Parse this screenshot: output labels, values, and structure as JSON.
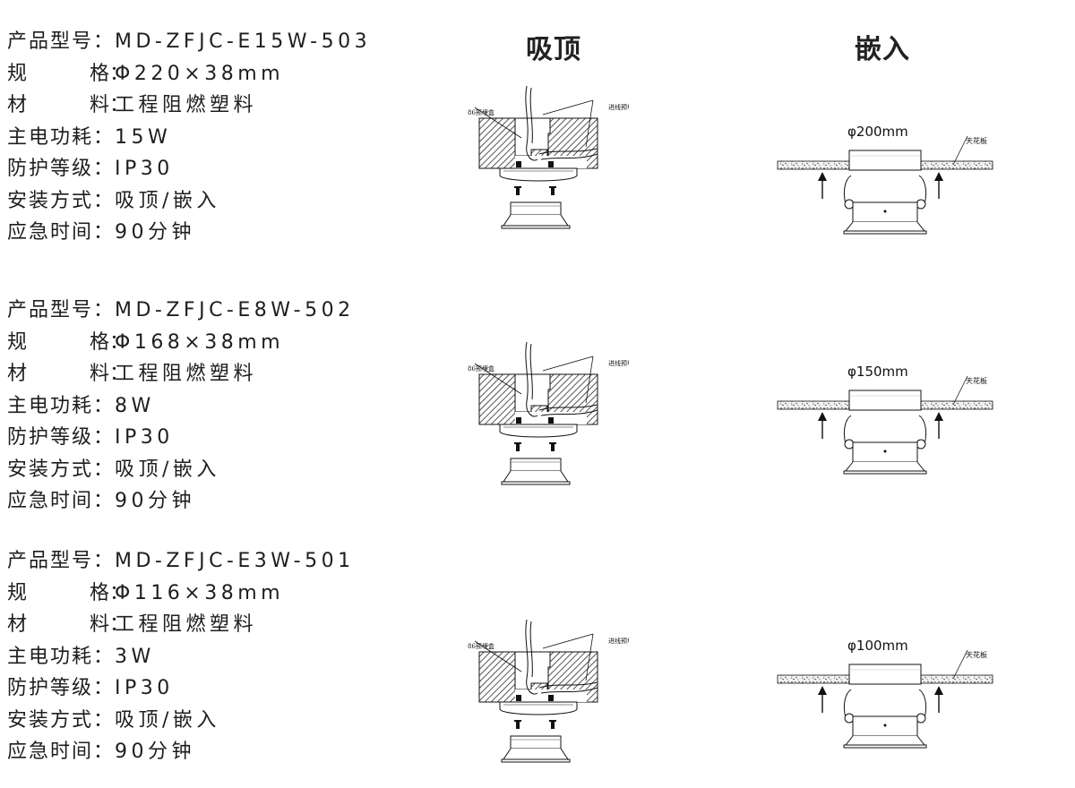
{
  "headings": {
    "surface": "吸顶",
    "recessed": "嵌入"
  },
  "labels": {
    "model": "产品型号：",
    "spec_a": "规",
    "spec_b": "格：",
    "material_a": "材",
    "material_b": "料：",
    "power": "主电功耗：",
    "ip": "防护等级：",
    "install": "安装方式：",
    "emergency": "应急时间："
  },
  "products": [
    {
      "model": "MD-ZFJC-E15W-503",
      "spec": "Φ220×38mm",
      "material": "工程阻燃塑料",
      "power": "15W",
      "ip": "IP30",
      "install": "吸顶/嵌入",
      "emergency": "90分钟",
      "cutout": "φ200mm"
    },
    {
      "model": "MD-ZFJC-E8W-502",
      "spec": "Φ168×38mm",
      "material": "工程阻燃塑料",
      "power": "8W",
      "ip": "IP30",
      "install": "吸顶/嵌入",
      "emergency": "90分钟",
      "cutout": "φ150mm"
    },
    {
      "model": "MD-ZFJC-E3W-501",
      "spec": "Φ116×38mm",
      "material": "工程阻燃塑料",
      "power": "3W",
      "ip": "IP30",
      "install": "吸顶/嵌入",
      "emergency": "90分钟",
      "cutout": "φ100mm"
    }
  ],
  "annotations": {
    "junction_box": "86预埋盒",
    "conduit": "进线预埋管",
    "ceiling": "天花板"
  }
}
